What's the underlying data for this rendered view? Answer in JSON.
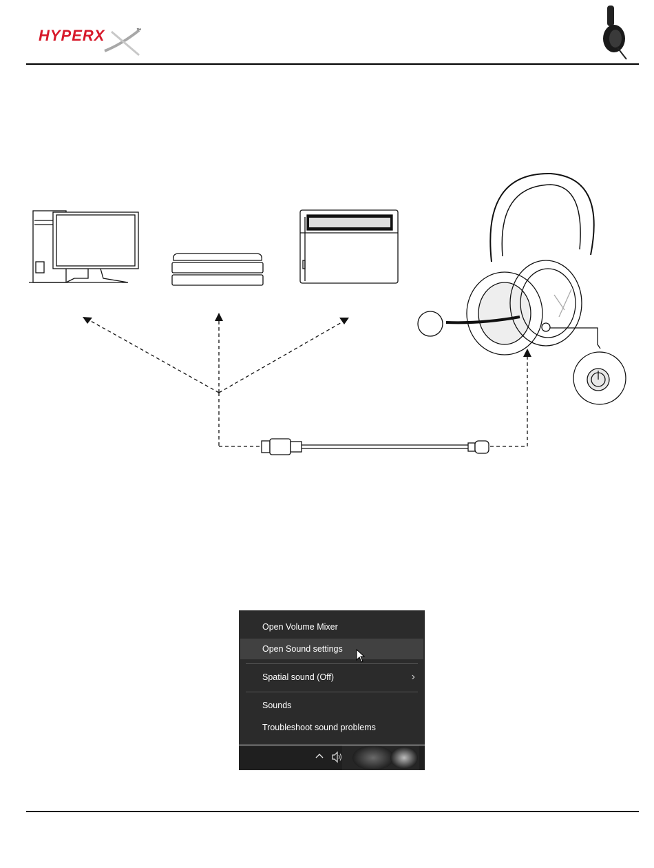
{
  "header": {
    "logo_text": "HYPERX",
    "logo_tm": "™",
    "headset_icon": "headset-product-icon"
  },
  "diagram": {
    "devices": [
      "pc-icon",
      "playstation-icon",
      "nintendo-switch-icon"
    ],
    "headset": "wireless-headset-icon",
    "cable": "usb-to-usb-c-cable-icon",
    "power_button": "power-button-icon"
  },
  "context_menu": {
    "items": [
      {
        "label": "Open Volume Mixer"
      },
      {
        "label": "Open Sound settings"
      },
      {
        "label": "Spatial sound (Off)"
      },
      {
        "label": "Sounds"
      },
      {
        "label": "Troubleshoot sound problems"
      }
    ],
    "submenu_glyph": "›"
  },
  "taskbar": {
    "up_icon": "chevron-up-icon",
    "speaker_icon": "speaker-icon"
  },
  "colors": {
    "menu_bg": "#2b2b2b",
    "menu_hover": "#414141",
    "taskbar_bg": "#1f1f1f",
    "brand_red": "#d7192a"
  }
}
